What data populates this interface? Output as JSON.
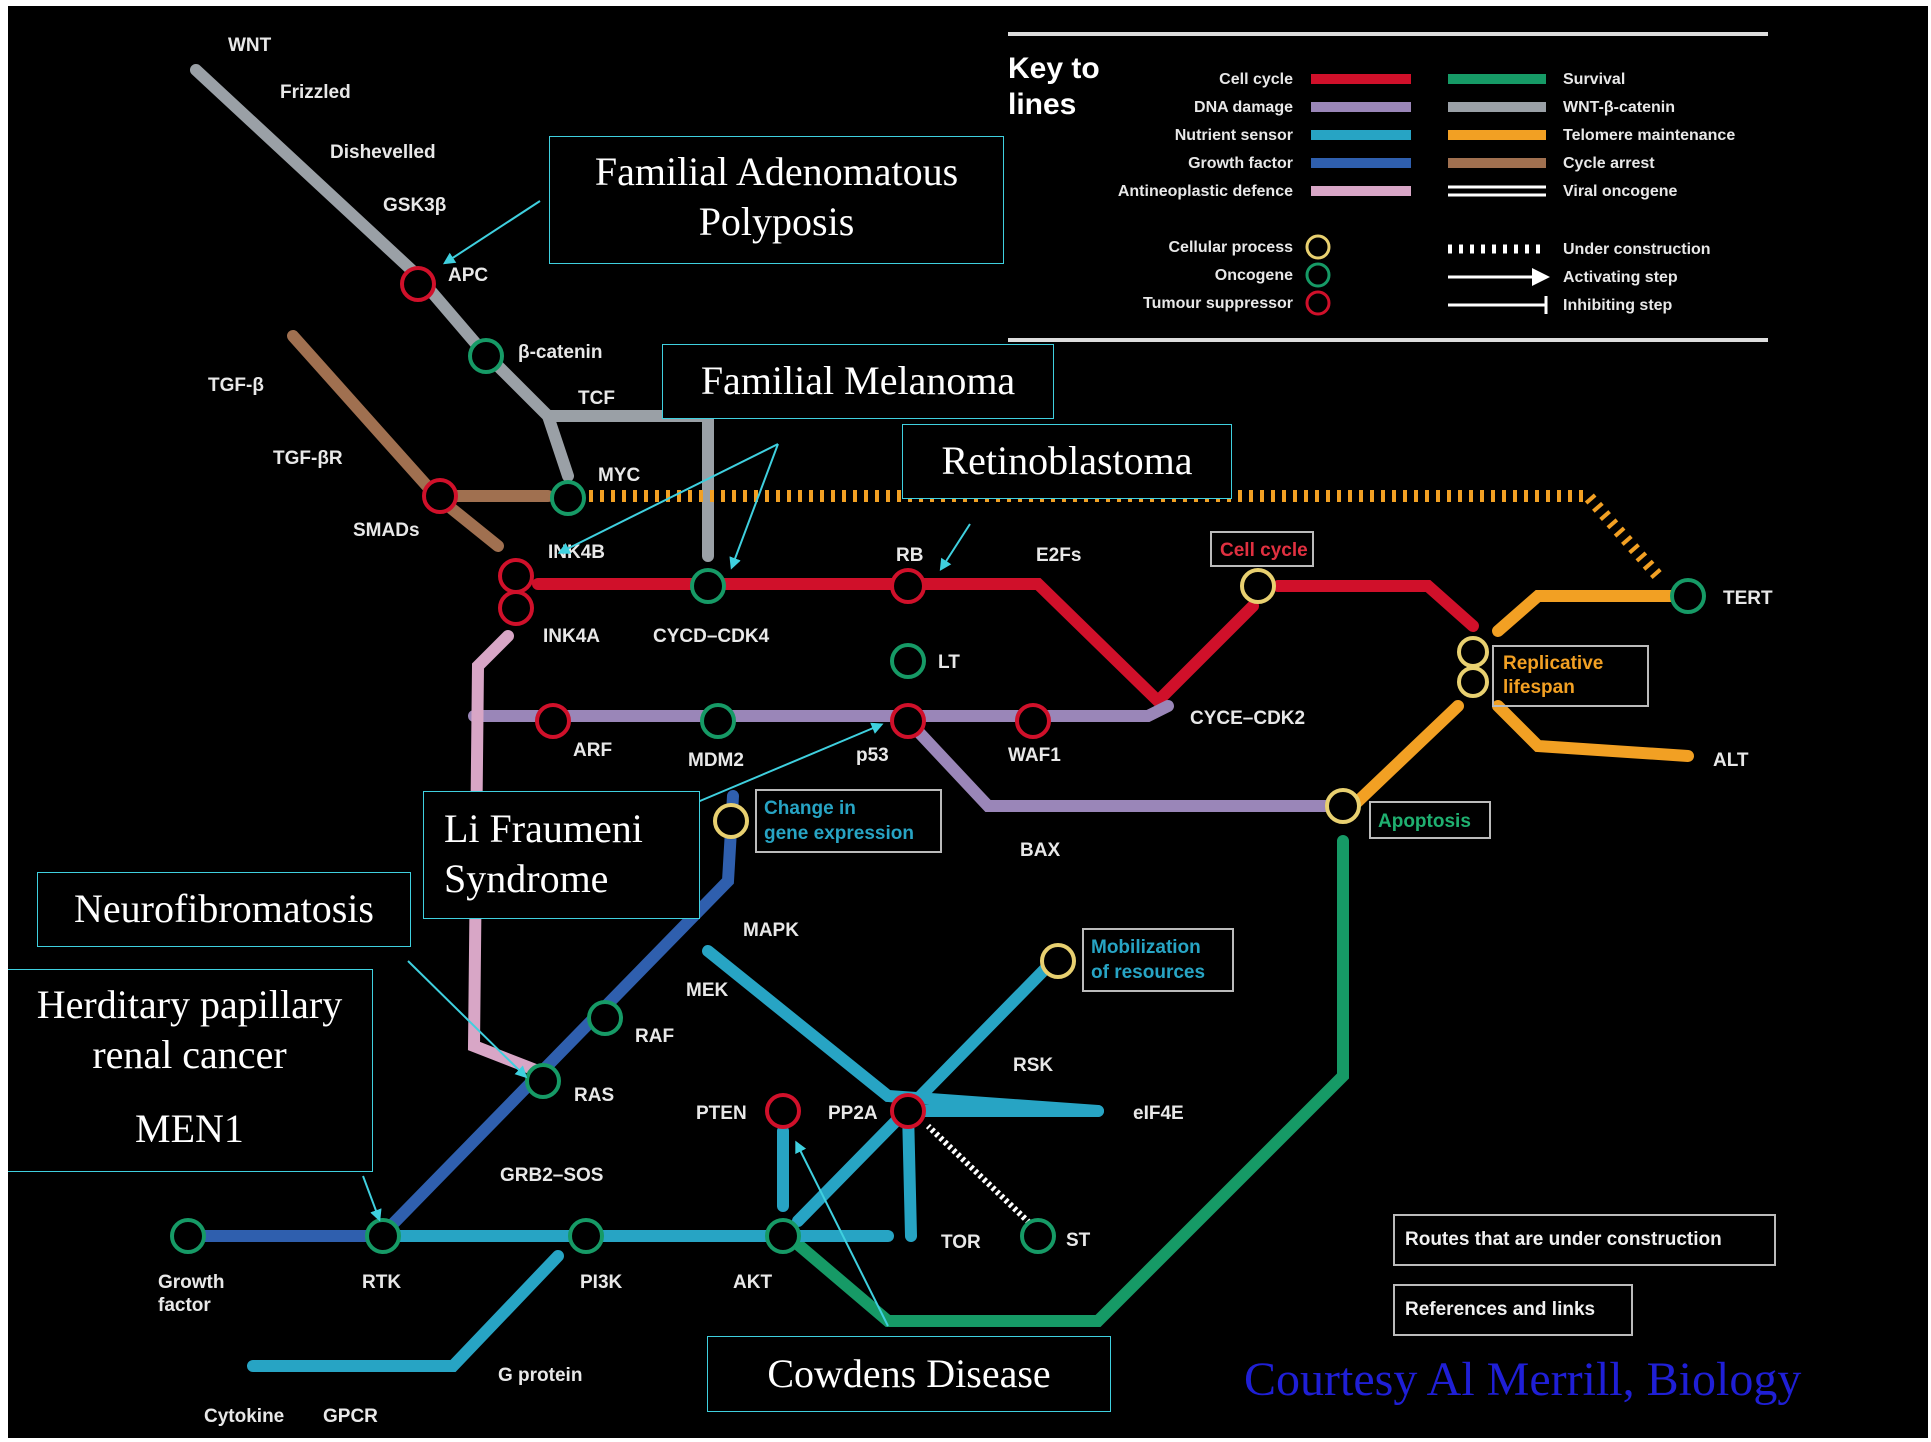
{
  "key": {
    "title_line1": "Key to",
    "title_line2": "lines",
    "left_entries": [
      {
        "label": "Cell cycle",
        "color": "#d0102a"
      },
      {
        "label": "DNA damage",
        "color": "#9a86b8"
      },
      {
        "label": "Nutrient sensor",
        "color": "#27a4c4"
      },
      {
        "label": "Growth factor",
        "color": "#2f5fae"
      },
      {
        "label": "Antineoplastic defence",
        "color": "#d8a6c6"
      }
    ],
    "right_entries": [
      {
        "label": "Survival",
        "color": "#169a66"
      },
      {
        "label": "WNT-β-catenin",
        "color": "#9aa0a6"
      },
      {
        "label": "Telomere maintenance",
        "color": "#f2a023"
      },
      {
        "label": "Cycle arrest",
        "color": "#a07050"
      },
      {
        "label": "Viral oncogene",
        "color": "#ffffff"
      }
    ],
    "symbols": [
      {
        "label": "Cellular process",
        "color": "#e8d070"
      },
      {
        "label": "Oncogene",
        "color": "#169a66"
      },
      {
        "label": "Tumour suppressor",
        "color": "#d0102a"
      }
    ],
    "styles": [
      {
        "label": "Under construction"
      },
      {
        "label": "Activating step"
      },
      {
        "label": "Inhibiting step"
      }
    ]
  },
  "nodes": {
    "wnt": "WNT",
    "frizzled": "Frizzled",
    "dishevelled": "Dishevelled",
    "gsk3b": "GSK3β",
    "apc": "APC",
    "bcatenin": "β-catenin",
    "tcf": "TCF",
    "myc": "MYC",
    "tgfb": "TGF-β",
    "tgfbr": "TGF-βR",
    "smads": "SMADs",
    "ink4b": "INK4B",
    "ink4a": "INK4A",
    "cycd": "CYCD–CDK4",
    "rb": "RB",
    "e2fs": "E2Fs",
    "cellcycle": "Cell cycle",
    "tert": "TERT",
    "replicative1": "Replicative",
    "replicative2": "lifespan",
    "alt": "ALT",
    "lt": "LT",
    "arf": "ARF",
    "mdm2": "MDM2",
    "p53": "p53",
    "waf1": "WAF1",
    "cyce": "CYCE–CDK2",
    "bax": "BAX",
    "apoptosis": "Apoptosis",
    "change1": "Change in",
    "change2": "gene expression",
    "mapk": "MAPK",
    "mek": "MEK",
    "raf": "RAF",
    "ras": "RAS",
    "grb2": "GRB2–SOS",
    "rtk": "RTK",
    "growth1": "Growth",
    "growth2": "factor",
    "mobil1": "Mobilization",
    "mobil2": "of resources",
    "rsk": "RSK",
    "pten": "PTEN",
    "pp2a": "PP2A",
    "eif4e": "eIF4E",
    "tor": "TOR",
    "st": "ST",
    "pi3k": "PI3K",
    "akt": "AKT",
    "gprotein": "G protein",
    "cytokine": "Cytokine",
    "gpcr": "GPCR"
  },
  "callouts": {
    "fap_line1": "Familial Adenomatous",
    "fap_line2": "Polyposis",
    "melanoma": "Familial Melanoma",
    "retino": "Retinoblastoma",
    "lifraumeni_line1": "Li Fraumeni",
    "lifraumeni_line2": "Syndrome",
    "neurofib": "Neurofibromatosis",
    "herditary_line1": "Herditary papillary",
    "herditary_line2": "renal cancer",
    "men1": "MEN1",
    "cowdens": "Cowdens Disease"
  },
  "buttons": {
    "routes": "Routes that are under construction",
    "references": "References and links"
  },
  "credit": "Courtesy Al Merrill, Biology"
}
